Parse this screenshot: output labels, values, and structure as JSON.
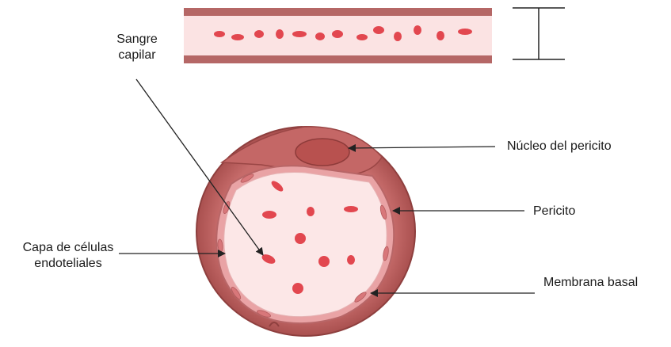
{
  "labels": {
    "sangre_capilar": [
      "Sangre",
      "capilar"
    ],
    "nucleo_pericito": "Núcleo del pericito",
    "pericito": "Pericito",
    "capa_endotelial": [
      "Capa de células",
      "endoteliales"
    ],
    "membrana_basal": "Membrana basal"
  },
  "colors": {
    "vessel_wall": "#b3605f",
    "outer_ring": "#c8716f",
    "lumen": "#fbe4e4",
    "rbc": "#e2474f",
    "pericyte_nucleus": "#b8514f",
    "line": "#222222"
  }
}
